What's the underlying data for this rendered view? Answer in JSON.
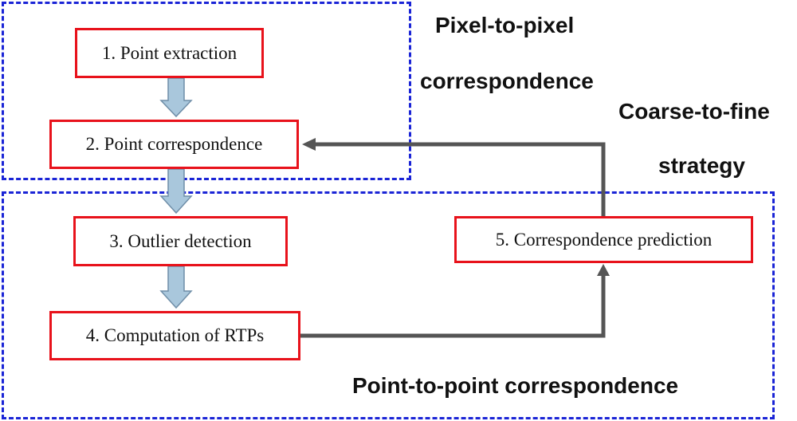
{
  "diagram": {
    "steps": [
      {
        "label": "1. Point extraction"
      },
      {
        "label": "2. Point correspondence"
      },
      {
        "label": "3. Outlier detection"
      },
      {
        "label": "4. Computation of RTPs"
      },
      {
        "label": "5. Correspondence prediction"
      }
    ],
    "regions": {
      "pixel_to_pixel": {
        "line1": "Pixel-to-pixel",
        "line2": "correspondence"
      },
      "point_to_point": {
        "label": "Point-to-point correspondence"
      }
    },
    "strategy": {
      "line1": "Coarse-to-fine",
      "line2": "strategy"
    }
  },
  "colors": {
    "step_border": "#e8121b",
    "region_border": "#1a24d6",
    "flow_arrow_fill": "#a9c7dc",
    "connector": "#555555"
  }
}
